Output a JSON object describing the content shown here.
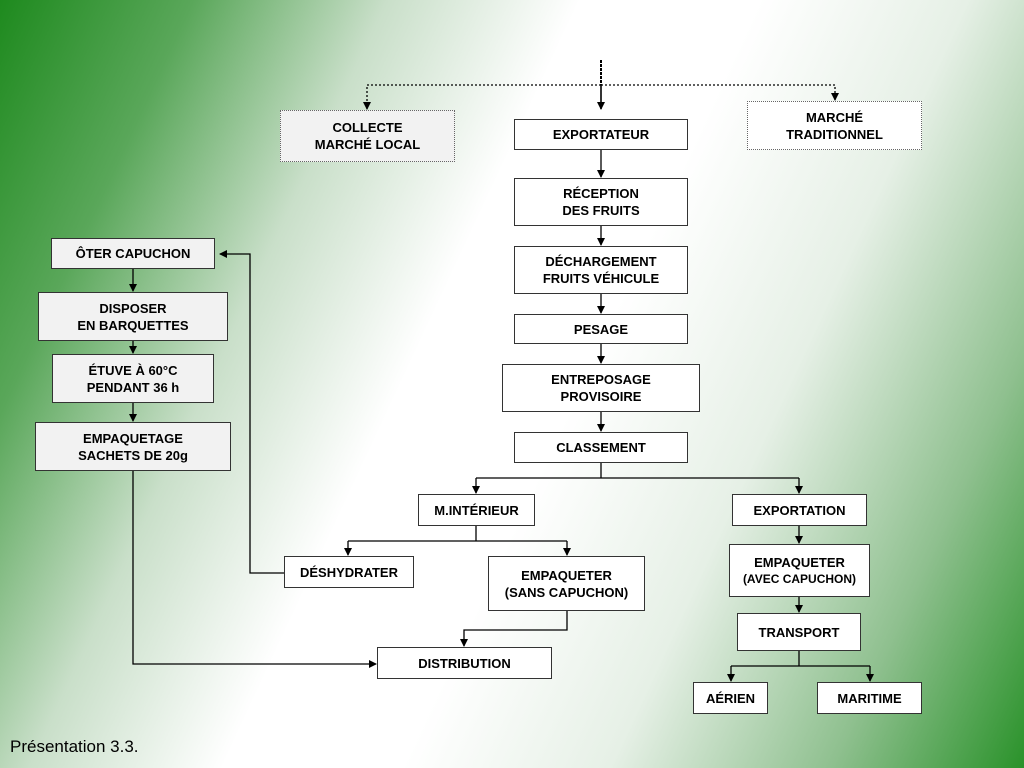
{
  "nodes": {
    "collecte": "COLLECTE\nMARCHÉ LOCAL",
    "exportateur": "EXPORTATEUR",
    "marche_traditionnel": "MARCHÉ\nTRADITIONNEL",
    "reception": "RÉCEPTION\nDES FRUITS",
    "dechargement": "DÉCHARGEMENT\nFRUITS VÉHICULE",
    "pesage": "PESAGE",
    "entreposage": "ENTREPOSAGE\nPROVISOIRE",
    "classement": "CLASSEMENT",
    "m_interieur": "M.INTÉRIEUR",
    "exportation": "EXPORTATION",
    "deshydrater": "DÉSHYDRATER",
    "empaqueter_sans_line1": "EMPAQUETER",
    "empaqueter_sans_line2": "(SANS CAPUCHON)",
    "empaqueter_avec_line1": "EMPAQUETER",
    "empaqueter_avec_line2": "(AVEC CAPUCHON)",
    "transport": "TRANSPORT",
    "aerien": "AÉRIEN",
    "maritime": "MARITIME",
    "distribution": "DISTRIBUTION",
    "oter_capuchon": "ÔTER CAPUCHON",
    "disposer": "DISPOSER\nEN BARQUETTES",
    "etuve": "ÉTUVE À 60°C\nPENDANT 36 h",
    "empaquetage": "EMPAQUETAGE\nSACHETS DE 20g"
  },
  "caption": "Présentation 3.3."
}
